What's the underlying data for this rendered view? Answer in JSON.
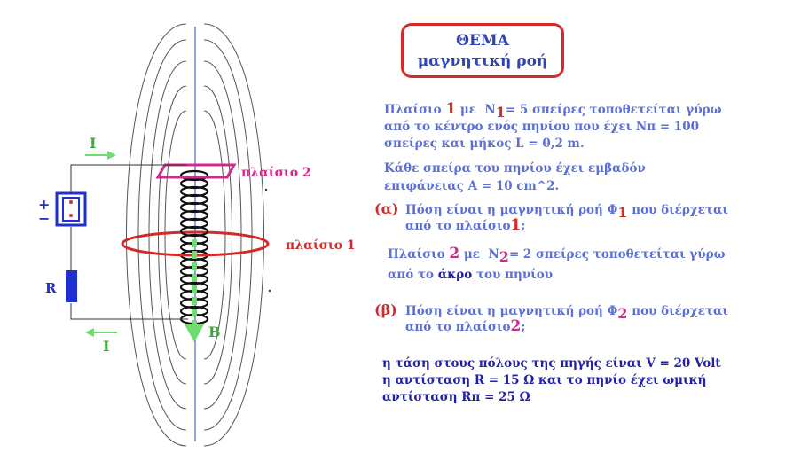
{
  "diagram": {
    "label_I_top": "I",
    "label_I_bottom": "I",
    "label_plus": "+",
    "label_minus": "−",
    "label_R": "R",
    "label_B": "B",
    "label_frame2": "πλαίσιο 2",
    "label_frame1": "πλαίσιο 1",
    "colors": {
      "field_lines": "#555555",
      "frame1": "#d42a2a",
      "frame2": "#d02a8a",
      "battery": "#1f2fd0",
      "resistor": "#1f2fd0",
      "current_arrow": "#6fdc6f",
      "b_arrow": "#6fdc6f",
      "axis": "#3344cc",
      "coil": "#111111"
    }
  },
  "title": {
    "line1": "ΘΕΜΑ",
    "line2": "μαγνητική ροή"
  },
  "p1": {
    "l1_a": "Πλαίσιο",
    "l1_num": "1",
    "l1_b": "με",
    "l1_N": "N",
    "l1_sub": "1",
    "l1_c": "= 5 σπείρες τοποθετείται γύρω",
    "l2": "από το κέντρο ενός πηνίου που έχει Νπ = 100",
    "l3": "σπείρες και μήκος L = 0,2 m."
  },
  "p2": {
    "l1": "Κάθε σπείρα του πηνίου έχει εμβαδόν",
    "l2": "επιφάνειας Α = 10 cm^2."
  },
  "qa": {
    "label": "(α)",
    "l1_a": "Πόση είναι η μαγνητική ροή Φ",
    "l1_sub": "1",
    "l1_b": "που διέρχεται",
    "l2_a": "από το πλαίσιο",
    "l2_num": "1",
    "l2_b": ";"
  },
  "p3": {
    "l1_a": "Πλαίσιο",
    "l1_num": "2",
    "l1_b": "με",
    "l1_N": "N",
    "l1_sub": "2",
    "l1_c": "= 2 σπείρες τοποθετείται γύρω",
    "l2_a": "από το",
    "l2_b": "άκρο",
    "l2_c": "του πηνίου"
  },
  "qb": {
    "label": "(β)",
    "l1_a": "Πόση είναι η μαγνητική ροή Φ",
    "l1_sub": "2",
    "l1_b": "που διέρχεται",
    "l2_a": "από το πλαίσιο",
    "l2_num": "2",
    "l2_b": ";"
  },
  "p4": {
    "l1": "η τάση στους πόλους της πηγής είναι V = 20 Volt",
    "l2": "η αντίσταση R = 15 Ω και το πηνίο έχει ωμική",
    "l3": "αντίσταση Rπ = 25 Ω"
  }
}
